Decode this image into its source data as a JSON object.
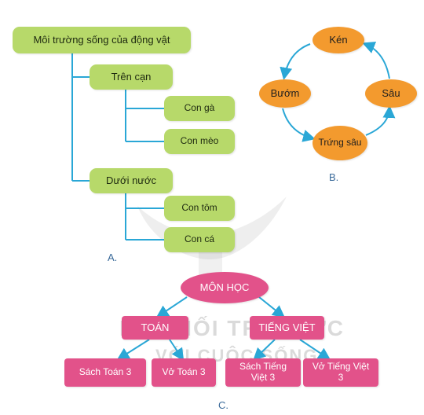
{
  "diagram_a": {
    "root": "Môi trường sống của động vật",
    "branch_land": "Trên cạn",
    "land_items": [
      "Con gà",
      "Con mèo"
    ],
    "branch_water": "Dưới nước",
    "water_items": [
      "Con tôm",
      "Con cá"
    ],
    "label": "A.",
    "line_color": "#2aa7d6",
    "node_color": "#b7d96a"
  },
  "diagram_b": {
    "nodes": [
      "Kén",
      "Sâu",
      "Trứng sâu",
      "Bướm"
    ],
    "label": "B.",
    "node_color": "#f39a2e",
    "arrow_color": "#2aa7d6"
  },
  "diagram_c": {
    "root": "MÔN HỌC",
    "subjects": [
      "TOÁN",
      "TIẾNG VIỆT"
    ],
    "books": [
      "Sách Toán 3",
      "Vở Toán 3",
      "Sách Tiếng Việt 3",
      "Vở Tiếng Việt 3"
    ],
    "label": "C.",
    "node_color": "#e2528a",
    "arrow_color": "#2aa7d6"
  },
  "watermark": {
    "line1": "KẾT NỐI TRI THỨC",
    "line2": "VỚI CUỘC SỐNG"
  }
}
